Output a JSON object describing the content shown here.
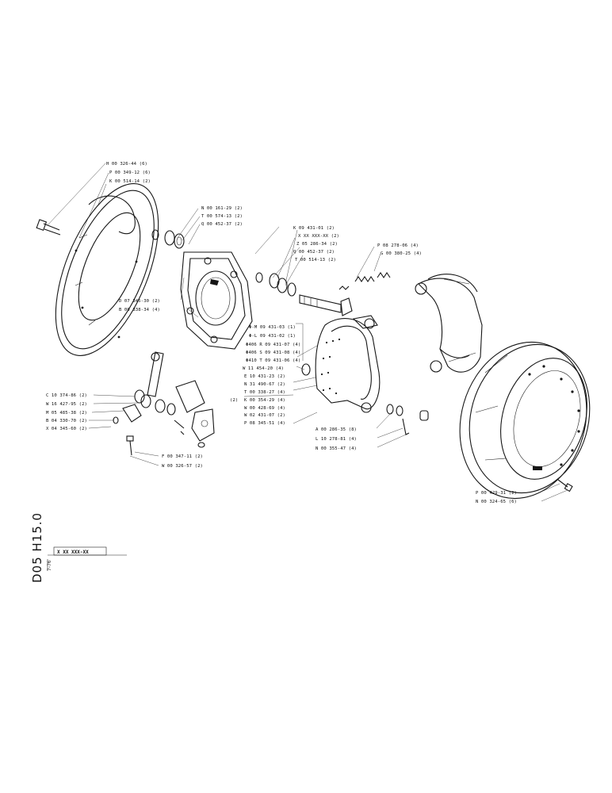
{
  "sheet_code": "D05 H15.0",
  "revision_note": "7-76",
  "part_number_box": "X XX XXX-XX",
  "callouts": {
    "left_plate": [
      "H 00 326-44 (6)",
      "P 00 349-12 (6)",
      "K 00 514-14 (2)"
    ],
    "spider_top": [
      "N 00 161-29 (2)",
      "T 00 574-13 (2)",
      "Q 00 452-37 (2)"
    ],
    "spider_bottom": [
      "D 07 345-30 (2)",
      "B 00 338-34 (4)"
    ],
    "camshaft": [
      "K 09 431-01 (2)",
      "X XX XXX-XX (2)",
      "Z 05 286-34 (2)",
      "Q 00 452-37 (2)",
      "T 00 514-13 (2)"
    ],
    "spring": [
      "P 08 278-06 (4)",
      "G 00 380-25 (4)"
    ],
    "shoe_list": [
      "Φ-M 09 431-03 (1)",
      "Φ-L 09 431-02 (1)",
      "Φ406 R 09 431-07 (4)",
      "Φ406 S 09 431-08 (4)",
      "Φ410 T 09 431-06 (4)",
      "W 11 454-20 (4)",
      "E 10 431-23 (2)",
      "N 31 490-67 (2)",
      "T 00 338-27 (4)",
      "K 00 354-29 (4)",
      "W 00 428-69 (4)",
      "W 02 431-07 (2)",
      "P 08 345-51 (4)"
    ],
    "bracket_tag": "(2)",
    "adjuster": [
      "C 10 374-86 (2)",
      "W 16 427-95 (2)",
      "M 05 485-38 (2)",
      "B 04 330-70 (2)",
      "X 04 345-60 (2)"
    ],
    "adjuster_bottom": [
      "F 00 347-11 (2)",
      "W 00 326-57 (2)"
    ],
    "shoe_bottom": [
      "A 00 286-35 (8)",
      "L 10 278-81 (4)",
      "N 00 355-47 (4)"
    ],
    "drum": [
      "P 00 429-31 (2)",
      "N 00 324-65 (6)"
    ]
  }
}
